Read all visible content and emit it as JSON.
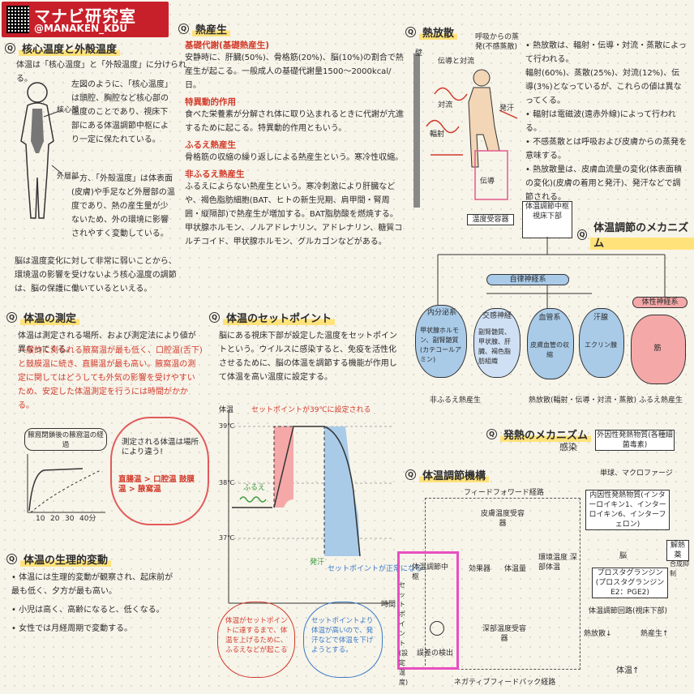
{
  "logo": {
    "main": "マナビ研究室",
    "sub": "@MANAKEN_KDU"
  },
  "core": {
    "title": "核心温度と外殻温度",
    "intro": "体温は「核心温度」と「外殻温度」に分けられる。",
    "p1": "左図のように、「核心温度」は頭腔、胸腔など核心部の温度のことであり、視床下部にある体温調節中枢により一定に保たれている。",
    "p2": "一方、「外殻温度」は体表面(皮膚)や手足など外層部の温度であり、熱の産生量が少ないため、外の環境に影響されやすく変動している。",
    "p3": "脳は温度変化に対して非常に弱いことから、環境温の影響を受けないよう核心温度の調節は、脳の保護に働いているといえる。",
    "lbl_core": "核心部",
    "lbl_shell": "外層部"
  },
  "heat": {
    "title": "熱産生",
    "s1_title": "基礎代謝(基礎熱産生)",
    "s1_text": "安静時に、肝臓(50%)、骨格筋(20%)、脳(10%)の割合で熱産生が起こる。一般成人の基礎代謝量1500〜2000kcal/日。",
    "s2_title": "特異動的作用",
    "s2_text": "食べた栄養素が分解され体に取り込まれるときに代謝が亢進するために起こる。特異動的作用ともいう。",
    "s3_title": "ふるえ熱産生",
    "s3_text": "骨格筋の収縮の繰り返しによる熱産生という。寒冷性収縮。",
    "s4_title": "非ふるえ熱産生",
    "s4_text": "ふるえによらない熱産生という。寒冷刺激により肝臓などや、褐色脂肪細胞(BAT、ヒトの新生児期、肩甲間・腎周囲・縦隔部)で熱産生が増加する。BAT脂肪酸を燃焼する。甲状腺ホルモン、ノルアドレナリン、アドレナリン、糖質コルチコイド、甲状腺ホルモン、グルカゴンなどがある。"
  },
  "dissip": {
    "title": "熱放散",
    "b1": "熱放散は、輻射・伝導・対流・蒸散によって行われる。",
    "b1b": "輻射(60%)、蒸散(25%)、対流(12%)、伝導(3%)となっているが、これらの値は異なってくる。",
    "b2": "輻射は電磁波(遠赤外線)によって行われる。",
    "b3": "不感蒸散とは呼吸および皮膚からの蒸発を意味する。",
    "b4": "熱放散量は、皮膚血流量の変化(体表面積の変化)(皮膚の着用と発汗)、発汗などで調節される。",
    "lbl_wall": "壁",
    "lbl_conv": "伝導と対流",
    "lbl_breath": "呼吸からの蒸発(不感蒸散)",
    "lbl_rad": "輻射",
    "lbl_radiation": "対流",
    "lbl_cond": "伝導",
    "lbl_sweat": "発汗"
  },
  "mech": {
    "title": "体温調節のメカニズム",
    "center": "体温調節中枢",
    "center2": "視床下部",
    "receptor": "温度受容器",
    "autonomic": "自律神経系",
    "somatic": "体性神経系",
    "c1": "内分泌系",
    "c1_items": "甲状腺ホルモン、副腎髄質(カテコールアミン)",
    "c2": "交感神経",
    "c2_items": "副腎髄質、甲状腺、肝臓、褐色脂肪組織",
    "c3": "血管系",
    "c3_items": "皮膚血管の収縮",
    "c4": "汗腺",
    "c4_items": "エクリン腺",
    "c5": "筋",
    "f1": "非ふるえ熱産生",
    "f2": "熱放散(輻射・伝導・対流・蒸散)",
    "f3": "ふるえ熱産生"
  },
  "measure": {
    "title": "体温の測定",
    "text1": "体温は測定される場所、および測定法により値が異なってくる。",
    "text2": "一般的に測られる腋窩温が最も低く、口腔温(舌下)と鼓膜温に続き、直腸温が最も高い。腋窩温の測定に関してはどうしても外気の影響を受けやすいため、安定した体温測定を行うには時間がかかる。",
    "graph_title": "腋窩閉鎖後の腋窩温の経過",
    "ticks": [
      "10",
      "20",
      "30",
      "40分"
    ],
    "cloud1": "測定される体温は場所により違う!",
    "cloud2": "直腸温 > 口腔温 鼓膜温 > 腋窩温"
  },
  "variation": {
    "title": "体温の生理的変動",
    "items": [
      "体温には生理的変動が観察され、起床前が最も低く、夕方が最も高い。",
      "小児は高く、高齢になると、低くなる。",
      "女性では月経周期で変動する。"
    ]
  },
  "setpoint": {
    "title": "体温のセットポイント",
    "text": "脳にある視床下部が設定した温度をセットポイントという。ウイルスに感染すると、免疫を活性化させるために、脳の体温を調節する機能が作用して体温を高い温度に設定する。",
    "y_label": "体温",
    "ticks": [
      "39℃",
      "38℃",
      "37℃"
    ],
    "top_note": "セットポイントが39℃に設定される",
    "shiver": "ふるえ",
    "sweat": "発汗",
    "x_label": "時間",
    "bottom_note": "セットポイントが正常になる",
    "note_red": "体温がセットポイントに達するまで、体温を上げるために、ふるえなどが起こる",
    "note_blue": "セットポイントより体温が高いので、発汗などで体温を下げようとする。"
  },
  "fever": {
    "title": "発熱のメカニズム",
    "infection": "感染",
    "pyrogen": "外因性発熱物質(各種細菌毒素)",
    "cells": "単球、マクロファージ",
    "endogenous": "内因性発熱物質(インターロイキン1、インターロイキン6、インターフェロン)",
    "brain": "脳",
    "pg": "プロスタグランジン(プロスタグランジンE2：PGE2)",
    "antipy": "解熱薬",
    "inhibit": "合成抑制",
    "center": "体温調節回路(視床下部)",
    "out1": "熱放散↓",
    "out2": "熱産生↑",
    "result": "体温↑"
  },
  "regulation": {
    "title": "体温調節機構",
    "feedforward": "フィードフォワード経路",
    "skin": "皮膚温度受容器",
    "center": "体温調節中枢",
    "effector": "効果器",
    "body": "体温量",
    "env": "環境温度 深部体温",
    "deep": "深部温度受容器",
    "set": "セットポイント(設定温度)",
    "compare": "誤差の検出",
    "feedback": "ネガティブフィードバック経路"
  }
}
